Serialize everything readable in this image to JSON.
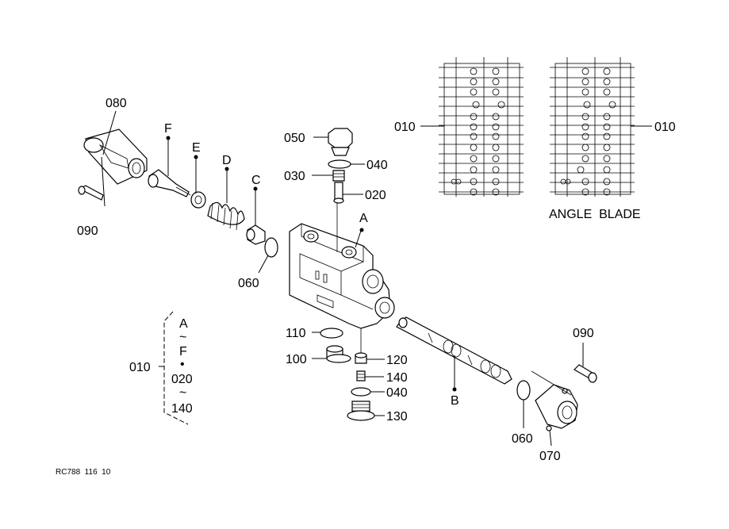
{
  "labels": {
    "p080": "080",
    "p090_left": "090",
    "pF": "F",
    "pE": "E",
    "pD": "D",
    "pC": "C",
    "p050": "050",
    "p040_top": "040",
    "p030": "030",
    "p020": "020",
    "pA": "A",
    "p060_left": "060",
    "p110": "110",
    "p100": "100",
    "p120": "120",
    "p140": "140",
    "p040_bottom": "040",
    "p130": "130",
    "pB": "B",
    "p090_right": "090",
    "p060_right": "060",
    "p070": "070",
    "p010_left": "010",
    "p010_right": "010",
    "p010_legend": "010",
    "angle_blade": "ANGLE  BLADE"
  },
  "legend": {
    "line1": "A",
    "line2": "~",
    "line3": "F",
    "line4": "•",
    "line5": "020",
    "line6": "~",
    "line7": "140"
  },
  "footer": {
    "code": "RC788  116  10"
  }
}
